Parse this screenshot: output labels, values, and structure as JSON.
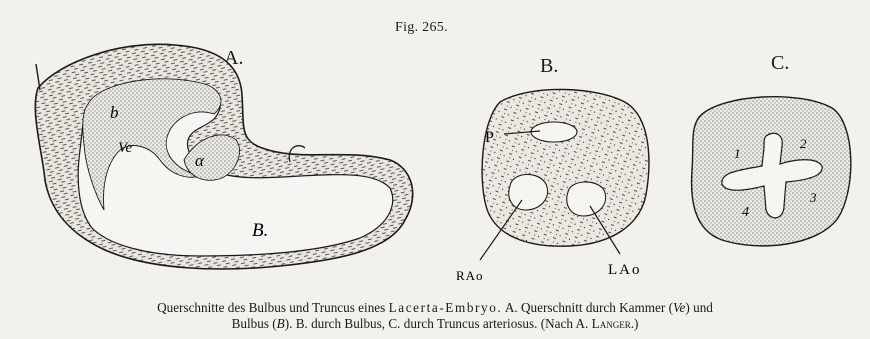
{
  "figure": {
    "number": "Fig. 265.",
    "panels": {
      "a": {
        "letter": "A.",
        "labels": {
          "b": "b",
          "ve": "Ve",
          "alpha": "α",
          "bulbus": "B."
        }
      },
      "b": {
        "letter": "B.",
        "labels": {
          "p": "P",
          "rao": "RAo",
          "lao": "LAo"
        }
      },
      "c": {
        "letter": "C.",
        "labels": {
          "n1": "1",
          "n2": "2",
          "n3": "3",
          "n4": "4"
        }
      }
    },
    "caption": {
      "line1_part1": "Querschnitte des Bulbus und Truncus eines",
      "line1_species": "Lacerta-Embryo.",
      "line1_part2": "A. Querschnitt durch Kammer (",
      "line1_ve": "Ve",
      "line1_part3": ") und",
      "line2_part1": "Bulbus (",
      "line2_b": "B",
      "line2_part2": "). B. durch Bulbus, C. durch Truncus arteriosus. (Nach A.",
      "line2_author": "Langer",
      "line2_part3": ".)"
    }
  },
  "colors": {
    "paper": "#f3f1ec",
    "ink": "#1a1a1a",
    "tissue_fill": "#e7e4dd"
  }
}
